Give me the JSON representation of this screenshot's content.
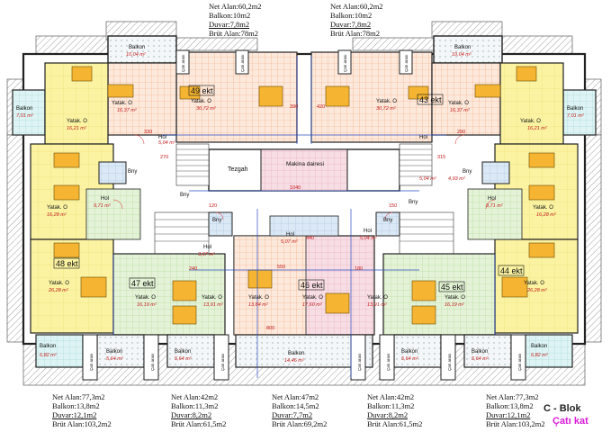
{
  "summaries_top": [
    {
      "net": "Net Alan:60,2m2",
      "balkon": "Balkon:10m2",
      "duvar": "Duvar:7,8m2",
      "brut": "Brüt Alan:78m2"
    },
    {
      "net": "Net Alan:60,2m2",
      "balkon": "Balkon:10m2",
      "duvar": "Duvar:7,8m2",
      "brut": "Brüt Alan:78m2"
    }
  ],
  "summaries_bottom": [
    {
      "net": "Net Alan:77,3m2",
      "balkon": "Balkon:13,8m2",
      "duvar": "Duvar:12,1m2",
      "brut": "Brüt Alan:103,2m2"
    },
    {
      "net": "Net Alan:42m2",
      "balkon": "Balkon:11,3m2",
      "duvar": "Duvar:8,2m2",
      "brut": "Brüt Alan:61,5m2"
    },
    {
      "net": "Net Alan:47m2",
      "balkon": "Balkon:14,5m2",
      "duvar": "Duvar:7,7m2",
      "brut": "Brüt Alan:69,2m2"
    },
    {
      "net": "Net Alan:42m2",
      "balkon": "Balkon:11,3m2",
      "duvar": "Duvar:8,2m2",
      "brut": "Brüt Alan:61,5m2"
    },
    {
      "net": "Net Alan:77,3m2",
      "balkon": "Balkon:13,8m2",
      "duvar": "Duvar:12,1m2",
      "brut": "Brüt Alan:103,2m2"
    }
  ],
  "block_label": "C - Blok",
  "floor_label": "Çatı kat",
  "unit_labels": [
    "49 ekt",
    "43 ekt",
    "48 ekt",
    "47 ekt",
    "46 ekt",
    "45 ekt",
    "44 ekt"
  ],
  "room_labels": {
    "balkon": "Balkon",
    "yatak": "Yatak. O",
    "hol": "Hol",
    "bny": "Bny",
    "catı": "Çatı arası",
    "tezgah": "Tezgah",
    "makina": "Makina dairesi"
  },
  "areas": {
    "balkon_top": "10,04 m²",
    "yatak_top_l": "16,37 m²",
    "yatak_top_c": "30,72 m²",
    "balkon_side": "7,01 m²",
    "yatak_side_top": "16,21 m²",
    "yatak_side_mid": "16,28 m²",
    "yatak_48": "26,28 m²",
    "hol_a": "9,71 m²",
    "hol_b": "5,04 m²",
    "hol_c": "3,67 m²",
    "hol_d": "5,07 m²",
    "yatak_47a": "16,19 m²",
    "yatak_47b": "13,91 m²",
    "yatak_46a": "13,84 m²",
    "yatak_46b": "17,60 m²",
    "balkon_b1": "6,82 m²",
    "balkon_b2": "5,64 m²",
    "balkon_b3": "14,46 m²",
    "bny": "4,93 m²"
  },
  "dims": [
    "1040",
    "420",
    "390",
    "550",
    "290",
    "330",
    "315",
    "270",
    "440",
    "180",
    "240",
    "800",
    "120",
    "150"
  ]
}
